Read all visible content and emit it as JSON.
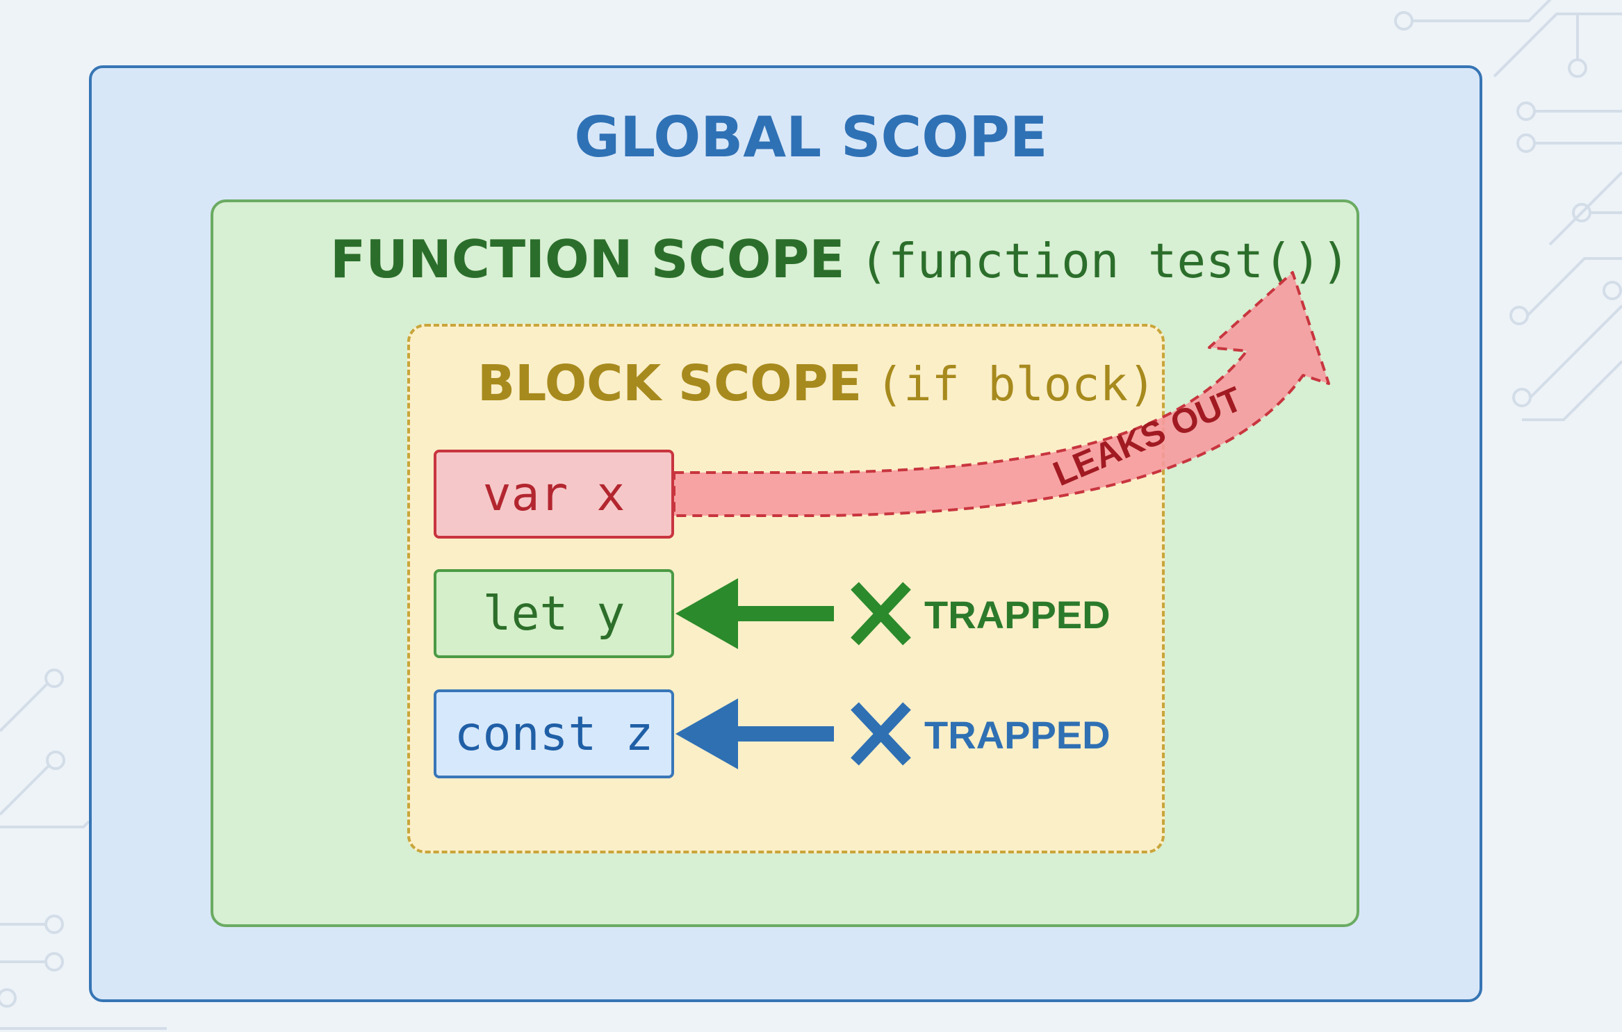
{
  "global_scope": {
    "title": "GLOBAL SCOPE"
  },
  "function_scope": {
    "title": "FUNCTION SCOPE",
    "detail": "(function test())"
  },
  "block_scope": {
    "title": "BLOCK SCOPE",
    "detail": "(if block)"
  },
  "variables": {
    "var_x": "var x",
    "let_y": "let y",
    "const_z": "const z"
  },
  "annotations": {
    "leak_label": "LEAKS OUT",
    "let_status": "TRAPPED",
    "const_status": "TRAPPED"
  },
  "colors": {
    "global": "#3675b4",
    "function": "#4b9a45",
    "block": "#c9a53a",
    "var": "#c8353e",
    "let": "#2b8a2b",
    "const": "#2f70b3"
  },
  "icons": {
    "let_mark": "x-mark-icon",
    "const_mark": "x-mark-icon",
    "let_arrow": "arrow-left-icon",
    "const_arrow": "arrow-left-icon",
    "leak_arrow": "curved-arrow-icon"
  }
}
